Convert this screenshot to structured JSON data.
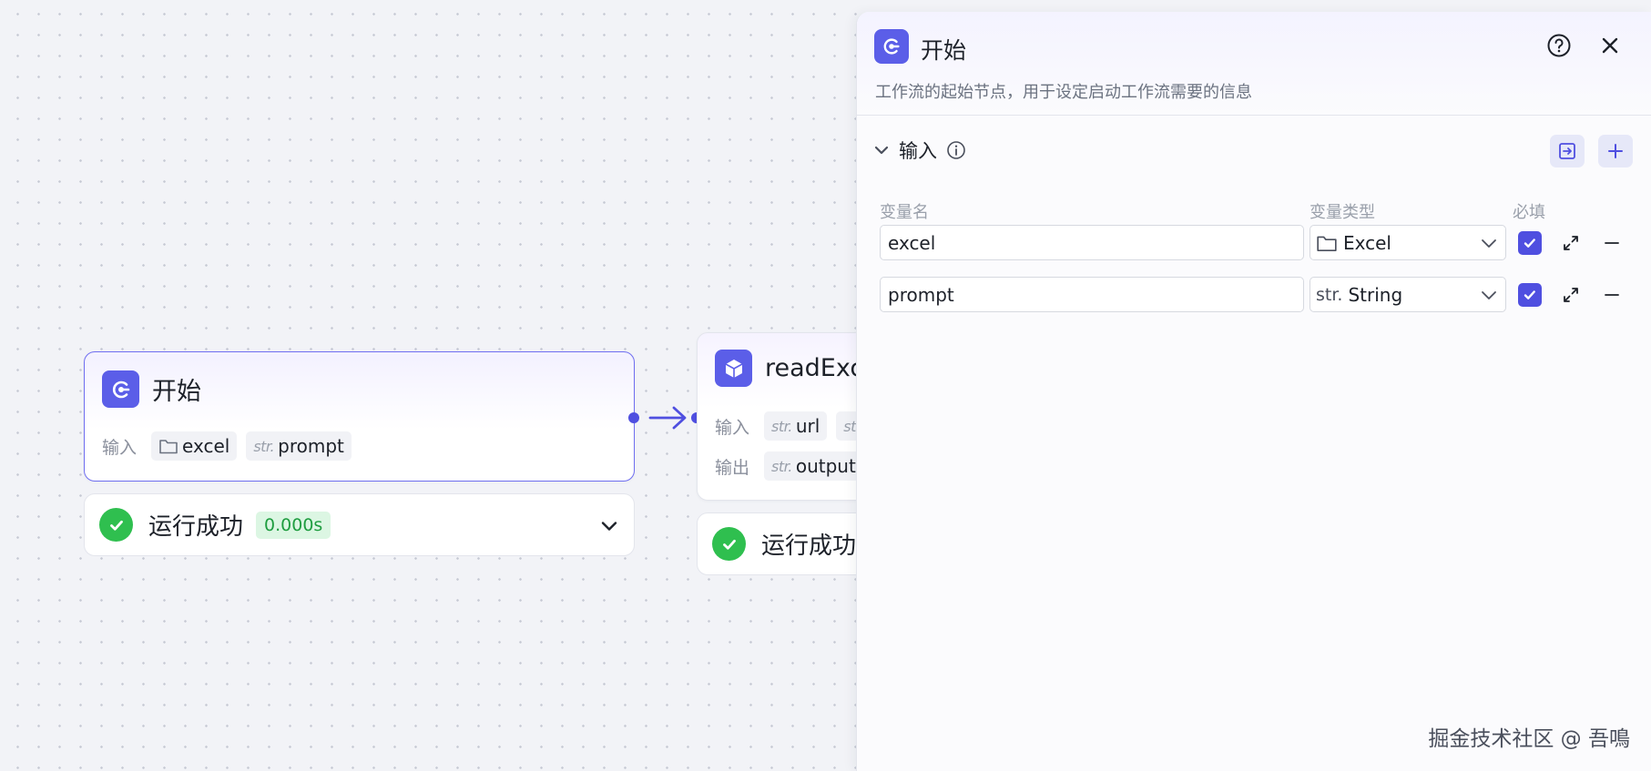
{
  "canvas": {
    "start_node": {
      "title": "开始",
      "input_label": "输入",
      "inputs": [
        {
          "type": "file",
          "type_icon": "folder-icon",
          "name": "excel"
        },
        {
          "type": "str.",
          "name": "prompt"
        }
      ],
      "status": {
        "text": "运行成功",
        "time": "0.000s"
      }
    },
    "read_node": {
      "title": "readExc",
      "input_label": "输入",
      "inputs": [
        {
          "type": "str.",
          "name": "url"
        },
        {
          "type": "st",
          "name": ""
        }
      ],
      "output_label": "输出",
      "outputs": [
        {
          "type": "str.",
          "name": "output"
        }
      ],
      "status": {
        "text": "运行成功"
      }
    }
  },
  "panel": {
    "title": "开始",
    "description": "工作流的起始节点，用于设定启动工作流需要的信息",
    "section_title": "输入",
    "columns": {
      "name": "变量名",
      "type": "变量类型",
      "required": "必填"
    },
    "rows": [
      {
        "name": "excel",
        "type_icon": "folder-icon",
        "type": "Excel",
        "required": true
      },
      {
        "name": "prompt",
        "type_prefix": "str.",
        "type": "String",
        "required": true
      }
    ]
  },
  "watermark": "掘金技术社区 @ 吾鳴",
  "colors": {
    "accent": "#5b5ee8",
    "success": "#2fbf4f",
    "success_bg": "#dcf6e3",
    "canvas_bg": "#f2f3f7"
  }
}
